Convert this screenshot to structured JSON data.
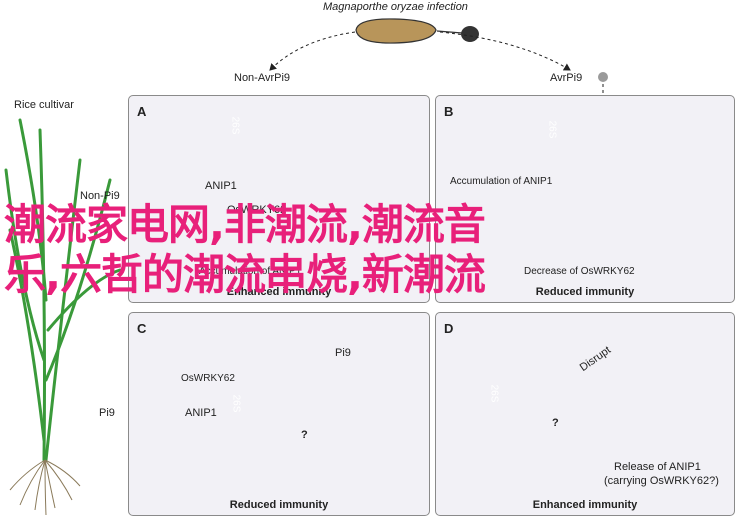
{
  "header": {
    "pathogen_title": "Magnaporthe oryzae infection",
    "non_avr_label": "Non-AvrPi9",
    "avr_label": "AvrPi9"
  },
  "left_labels": {
    "rice_cultivar": "Rice cultivar",
    "non_pi9": "Non-Pi9",
    "pi9": "Pi9"
  },
  "panels": {
    "A": {
      "letter": "A",
      "anip1": "ANIP1",
      "oswrky": "OsWRKY62",
      "accumulation": "Accumulation of ANIP1",
      "footer": "Enhanced immunity",
      "proteasome": "26S"
    },
    "B": {
      "letter": "B",
      "accumulation": "Accumulation of ANIP1",
      "decrease": "Decrease of OsWRKY62",
      "footer": "Reduced immunity",
      "proteasome": "26S"
    },
    "C": {
      "letter": "C",
      "oswrky": "OsWRKY62",
      "anip1": "ANIP1",
      "pi9": "Pi9",
      "question": "?",
      "footer": "Reduced immunity",
      "proteasome": "26S"
    },
    "D": {
      "letter": "D",
      "disrupt": "Disrupt",
      "question": "?",
      "release_line1": "Release of ANIP1",
      "release_line2": "(carrying OsWRKY62?)",
      "footer": "Enhanced immunity",
      "proteasome": "26S"
    }
  },
  "overlay_text": "潮流家电网,非潮流,潮流音\n乐,六哲的潮流串烧,新潮流",
  "colors": {
    "panel_bg": "#f2f1f6",
    "panel_border": "#8a8a8a",
    "proteasome": "#9a6aa6",
    "anip1": "#9a7a62",
    "oswrky": "#a9d8e6",
    "pi9_orange": "#e79a55",
    "pi9_green": "#9bd08f",
    "pi9_grey": "#8a9c9c",
    "overlay": "#e8207a",
    "plant": "#3a9a3a"
  }
}
